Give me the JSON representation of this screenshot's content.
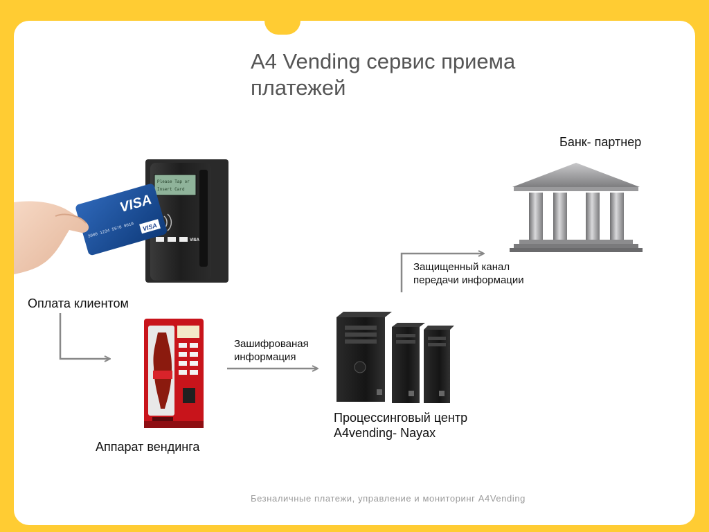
{
  "slide": {
    "title_line1": "A4 Vending сервис приема",
    "title_line2": "платежей",
    "footer": "Безналичные платежи, управление и мониторинг A4Vending"
  },
  "nodes": {
    "client_payment": "Оплата клиентом",
    "vending_machine": "Аппарат вендинга",
    "processing_center_line1": "Процессинговый центр",
    "processing_center_line2": "A4vending- Nayax",
    "bank_partner": "Банк- партнер"
  },
  "edges": {
    "encrypted_line1": "Зашифрованая",
    "encrypted_line2": "информация",
    "secure_line1": "Защищенный канал",
    "secure_line2": "передачи информации"
  },
  "card": {
    "brand": "VISA",
    "brand_small": "VISA",
    "number": "3000 1234 5678 9010"
  },
  "terminal": {
    "screen_line1": "Please Tap or",
    "screen_line2": "Insert Card",
    "brand": "VISA"
  },
  "colors": {
    "frame": "#FFCC33",
    "arrow": "#888888",
    "title": "#555555",
    "footer": "#9A9A9A"
  }
}
